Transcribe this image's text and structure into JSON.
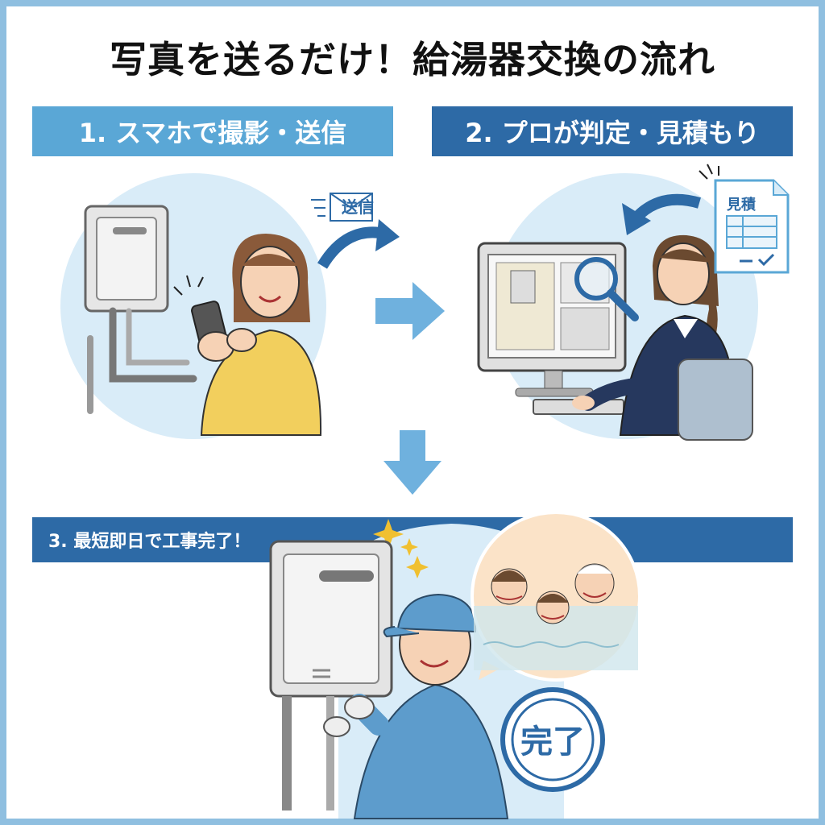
{
  "title": "写真を送るだけ！給湯器交換の流れ",
  "steps": [
    {
      "label": "1. スマホで撮影・送信"
    },
    {
      "label": "2. プロが判定・見積もり"
    },
    {
      "label": "3. 最短即日で工事完了！"
    }
  ],
  "send_tag": "送信",
  "estimate_doc_title": "見積",
  "complete_stamp": "完了",
  "colors": {
    "light_blue": "#5aa7d6",
    "dark_blue": "#2d6aa6",
    "circle_bg": "#d9ecf8",
    "border": "#8fbfe0"
  }
}
